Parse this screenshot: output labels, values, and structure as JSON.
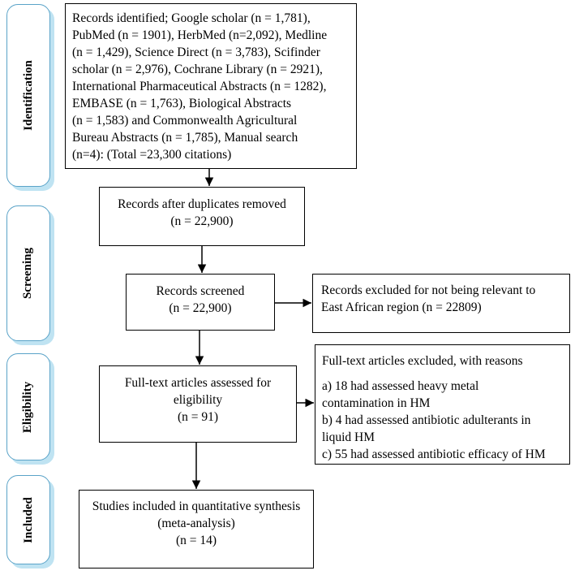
{
  "phases": {
    "identification": "Identification",
    "screening": "Screening",
    "eligibility": "Eligibility",
    "included": "Included"
  },
  "boxes": {
    "identified": {
      "lines": [
        "Records identified; Google scholar (n = 1,781),",
        "PubMed (n = 1901), HerbMed (n=2,092), Medline",
        "(n = 1,429), Science Direct (n = 3,783), Scifinder",
        "scholar (n = 2,976), Cochrane Library (n = 2921),",
        "International Pharmaceutical Abstracts (n = 1282),",
        "EMBASE (n = 1,763), Biological Abstracts",
        "(n = 1,583) and Commonwealth Agricultural",
        "Bureau Abstracts (n = 1,785), Manual search",
        "(n=4): (Total =23,300 citations)"
      ]
    },
    "duplicates_removed": {
      "lines": [
        "Records after duplicates removed",
        "(n = 22,900)"
      ]
    },
    "screened": {
      "lines": [
        "Records screened",
        "(n = 22,900)"
      ]
    },
    "excluded_region": {
      "lines": [
        "Records excluded for not being relevant to",
        "East African region (n = 22809)"
      ]
    },
    "fulltext_assessed": {
      "lines": [
        "Full-text articles assessed for",
        "eligibility",
        "(n = 91)"
      ]
    },
    "fulltext_excluded": {
      "heading": "Full-text articles excluded, with reasons",
      "reasons": [
        "a)  18 had assessed heavy metal",
        "contamination in HM",
        "b)  4 had assessed antibiotic adulterants in",
        "liquid HM",
        "c)  55 had assessed antibiotic efficacy of HM"
      ]
    },
    "included_studies": {
      "lines": [
        "Studies included in quantitative synthesis",
        "(meta-analysis)",
        "(n = 14)"
      ]
    }
  }
}
